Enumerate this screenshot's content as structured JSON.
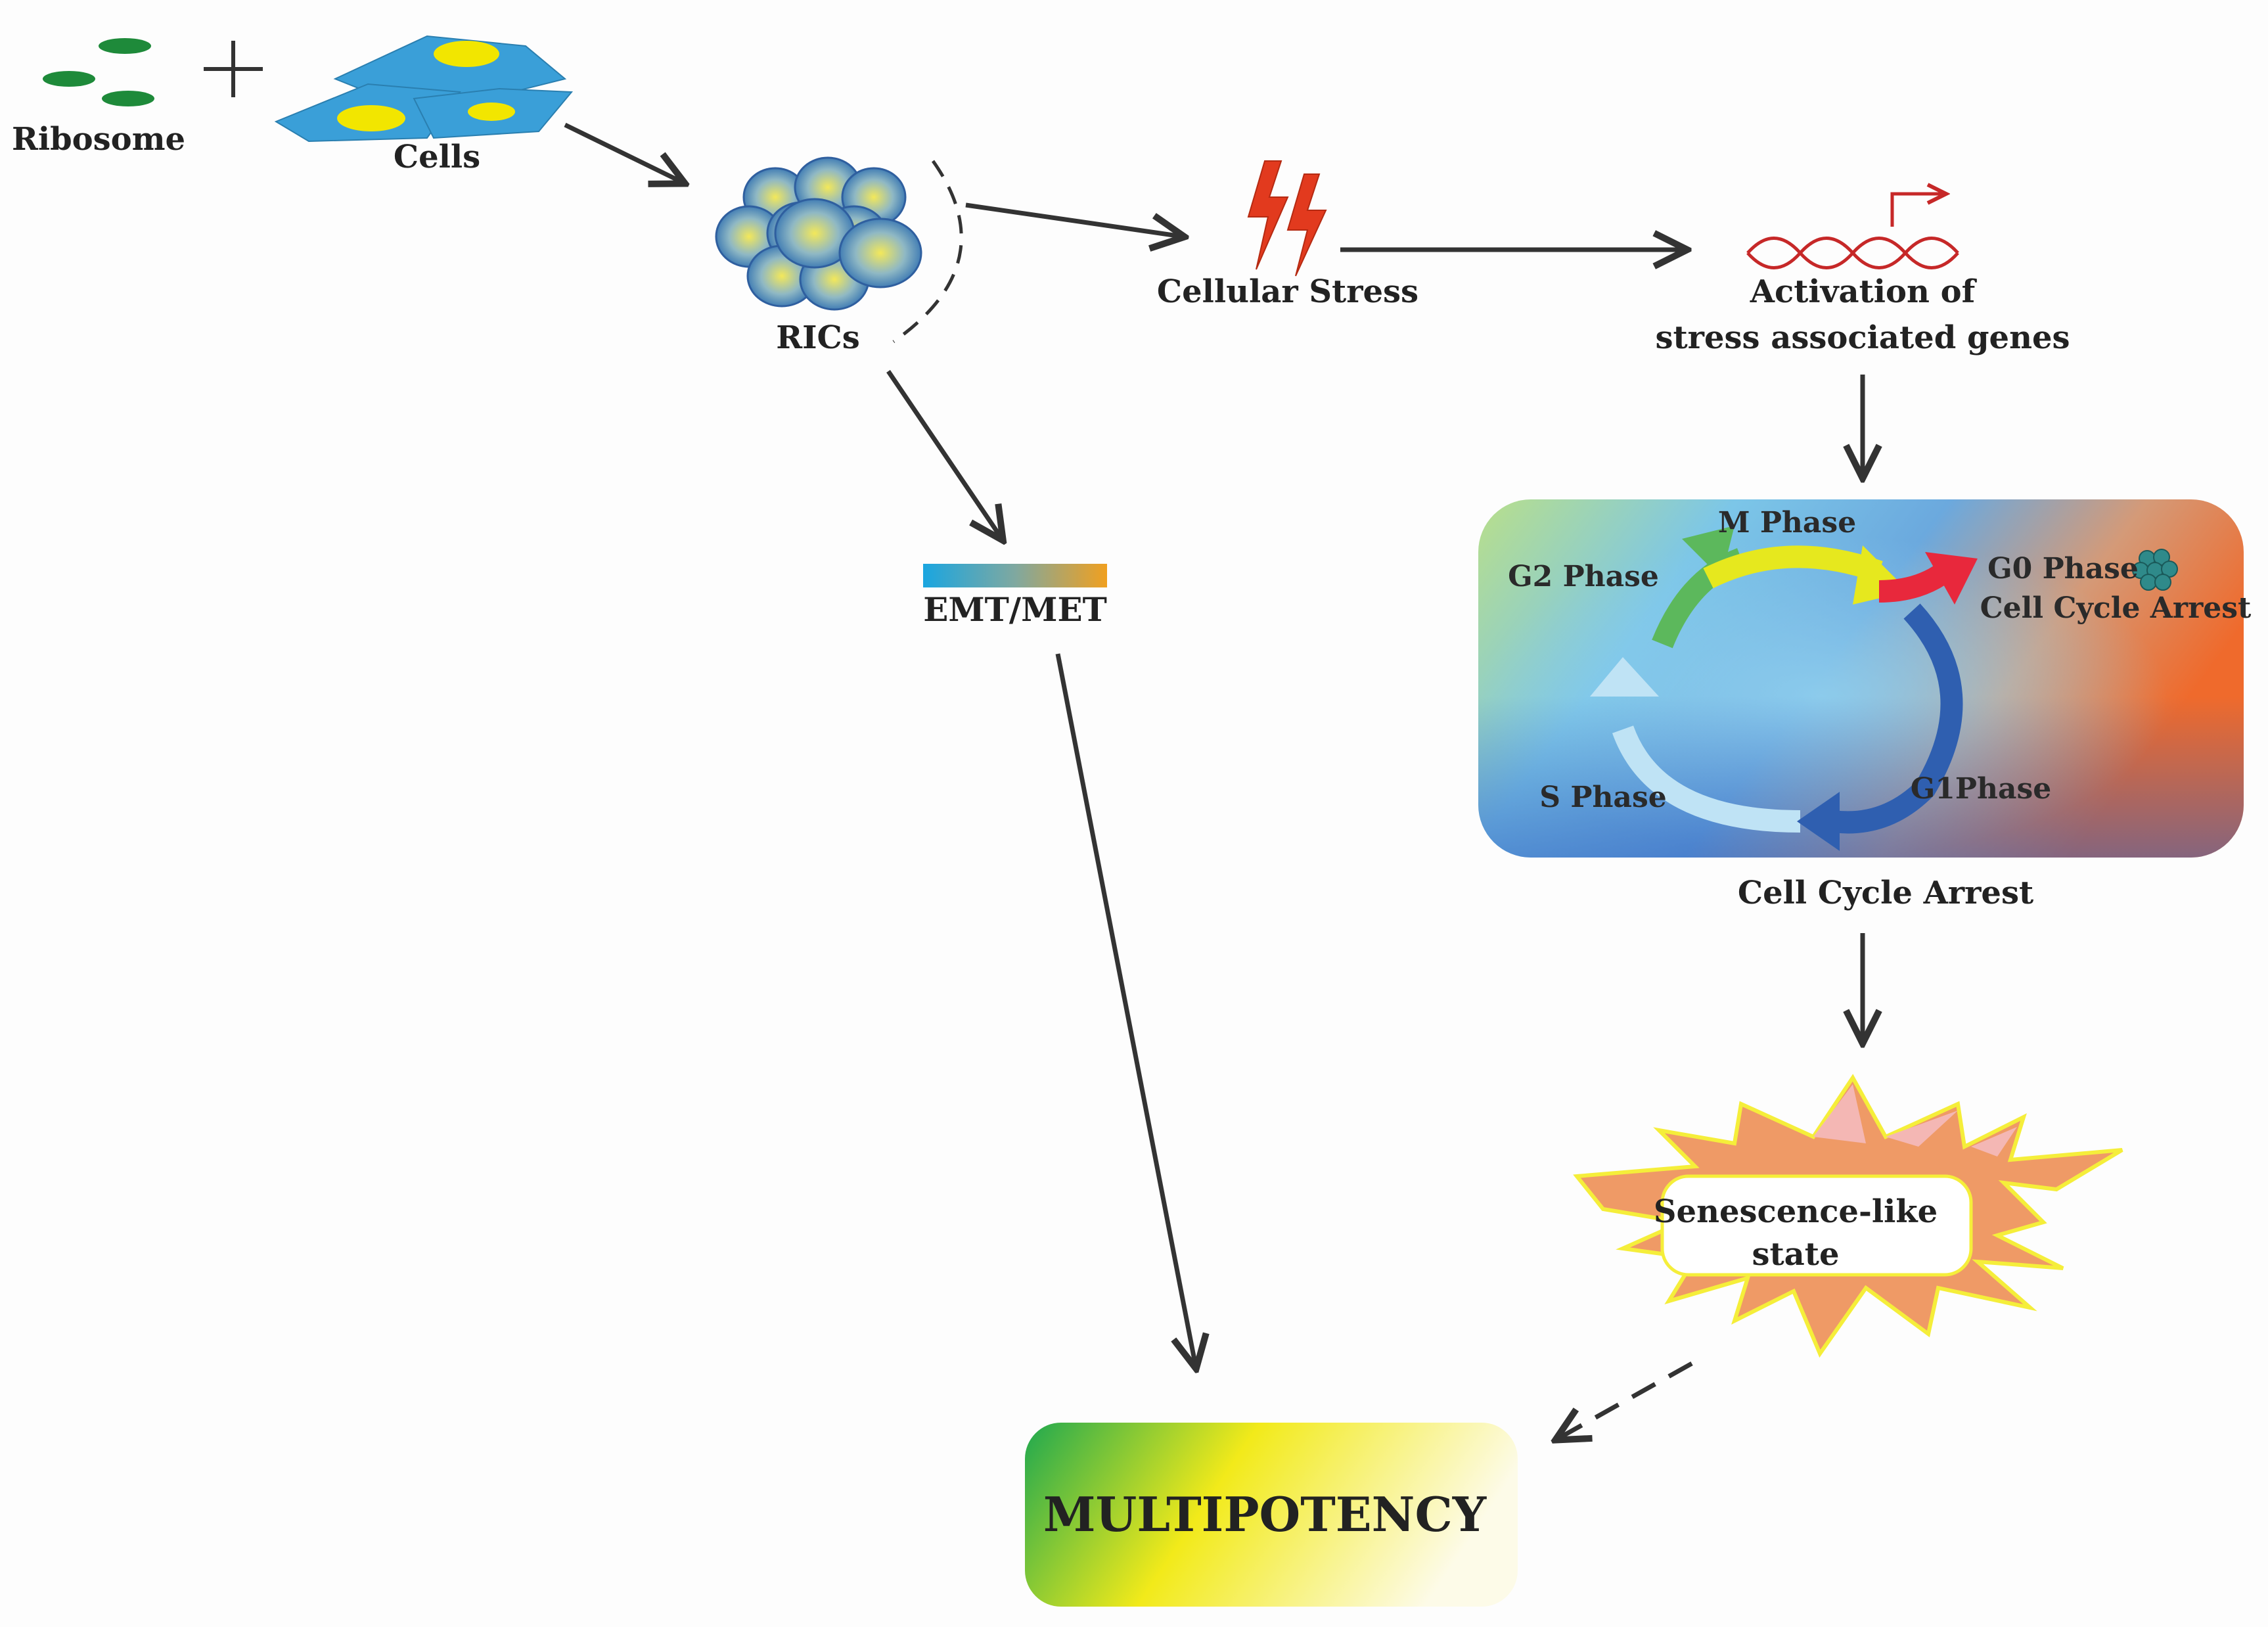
{
  "labels": {
    "ribosome": "Ribosome",
    "cells": "Cells",
    "rics": "RICs",
    "cellular_stress": "Cellular Stress",
    "activation_line1": "Activation of",
    "activation_line2": "stress associated genes",
    "emt_met": "EMT/MET",
    "cell_cycle_arrest": "Cell Cycle Arrest",
    "senescence_line1": "Senescence-like",
    "senescence_line2": "state",
    "multipotency": "MULTIPOTENCY"
  },
  "cell_cycle": {
    "m_phase": "M Phase",
    "g2_phase": "G2 Phase",
    "s_phase": "S Phase",
    "g1_phase": "G1Phase",
    "g0_phase": "G0 Phase",
    "g0_arrest": "Cell Cycle Arrest"
  },
  "colors": {
    "ribosome_green": "#1e8a3a",
    "cell_blue": "#3a9fd8",
    "nucleus_yellow": "#f2e600",
    "stress_red": "#e23a1e",
    "dna_red": "#c62828",
    "arrow_dark": "#333333",
    "g0_red": "#e8283c",
    "m_yellow": "#e6e81e",
    "g2_green": "#5cb85c",
    "s_lightblue": "#bfe3f5",
    "g1_blue": "#2f5fb0"
  },
  "icons": {
    "stress": "lightning-bolt-icon",
    "dna": "dna-helix-icon",
    "plus": "plus-icon"
  }
}
